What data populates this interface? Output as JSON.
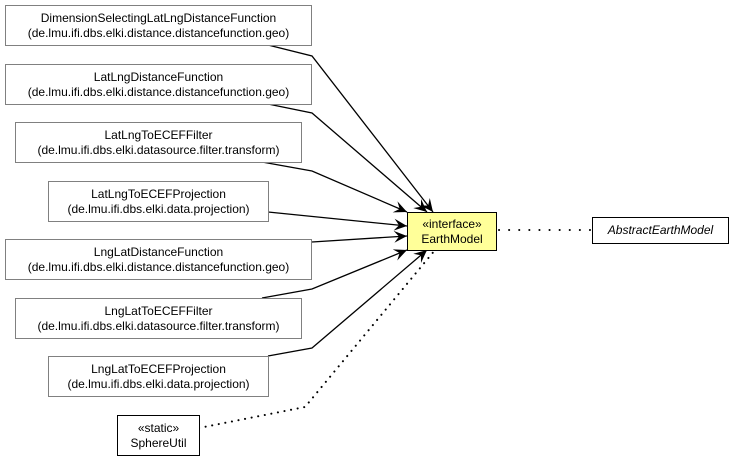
{
  "diagram": {
    "type": "uml-class-diagram",
    "focus_class": {
      "id": "earthmodel",
      "stereotype": "«interface»",
      "name": "EarthModel",
      "fill_color": "#ffff99"
    },
    "classes": [
      {
        "id": "c1",
        "name": "DimensionSelectingLatLngDistanceFunction",
        "package": "(de.lmu.ifi.dbs.elki.distance.distancefunction.geo)"
      },
      {
        "id": "c2",
        "name": "LatLngDistanceFunction",
        "package": "(de.lmu.ifi.dbs.elki.distance.distancefunction.geo)"
      },
      {
        "id": "c3",
        "name": "LatLngToECEFFilter",
        "package": "(de.lmu.ifi.dbs.elki.datasource.filter.transform)"
      },
      {
        "id": "c4",
        "name": "LatLngToECEFProjection",
        "package": "(de.lmu.ifi.dbs.elki.data.projection)"
      },
      {
        "id": "c5",
        "name": "LngLatDistanceFunction",
        "package": "(de.lmu.ifi.dbs.elki.distance.distancefunction.geo)"
      },
      {
        "id": "c6",
        "name": "LngLatToECEFFilter",
        "package": "(de.lmu.ifi.dbs.elki.datasource.filter.transform)"
      },
      {
        "id": "c7",
        "name": "LngLatToECEFProjection",
        "package": "(de.lmu.ifi.dbs.elki.data.projection)"
      }
    ],
    "sphereutil": {
      "id": "sphereutil",
      "stereotype": "«static»",
      "name": "SphereUtil"
    },
    "abstract_class": {
      "id": "abstractearthmodel",
      "name": "AbstractEarthModel",
      "abstract": true
    },
    "relations": [
      {
        "from": "c1",
        "to": "earthmodel",
        "kind": "navigable-association"
      },
      {
        "from": "c2",
        "to": "earthmodel",
        "kind": "navigable-association"
      },
      {
        "from": "c3",
        "to": "earthmodel",
        "kind": "navigable-association"
      },
      {
        "from": "c4",
        "to": "earthmodel",
        "kind": "navigable-association"
      },
      {
        "from": "c5",
        "to": "earthmodel",
        "kind": "navigable-association"
      },
      {
        "from": "c6",
        "to": "earthmodel",
        "kind": "navigable-association"
      },
      {
        "from": "c7",
        "to": "earthmodel",
        "kind": "navigable-association"
      },
      {
        "from": "sphereutil",
        "to": "earthmodel",
        "kind": "dependency"
      },
      {
        "from": "earthmodel",
        "to": "abstractearthmodel",
        "kind": "dependency"
      }
    ]
  }
}
